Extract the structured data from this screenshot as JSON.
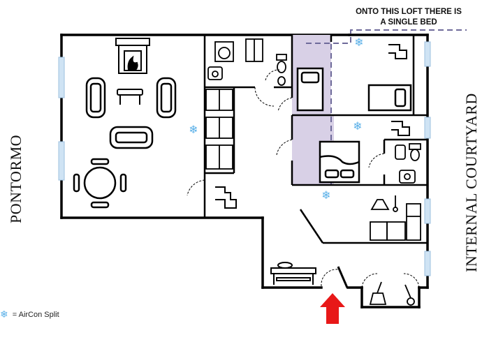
{
  "labels": {
    "left_street": "PONTORMO",
    "right_side": "INTERNAL COURTYARD",
    "loft_note": "ONTO THIS LOFT  THERE IS A SINGLE BED"
  },
  "legend": {
    "icon": "snowflake-icon",
    "text": "= AirCon Split"
  },
  "colors": {
    "wall": "#000000",
    "window": "#cfe3f4",
    "loft_highlight": "#d8d0e6",
    "aircon": "#5ab0e8",
    "entrance_arrow": "#e81818"
  },
  "rooms": [
    "living-room",
    "laundry-bathroom",
    "storage-closets",
    "loft-bedroom",
    "master-bedroom",
    "bedroom-right",
    "bathroom-right",
    "kitchen",
    "entry-hall",
    "cleaning-closet"
  ]
}
